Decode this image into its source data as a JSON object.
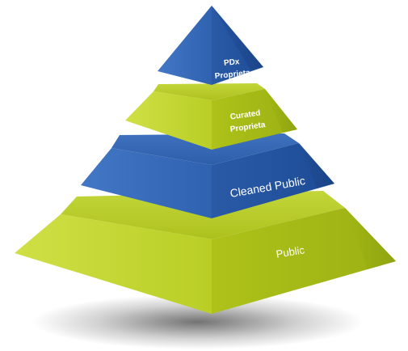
{
  "diagram": {
    "tiers": [
      {
        "id": "pdx",
        "label_lines": [
          "PDx",
          "Proprieta"
        ],
        "color": "#2b5aa8"
      },
      {
        "id": "curated",
        "label_lines": [
          "Curated",
          "Proprieta"
        ],
        "color": "#b6cc1f"
      },
      {
        "id": "cleaned",
        "label_lines": [
          "Cleaned Public"
        ],
        "color": "#2b5aa8"
      },
      {
        "id": "public",
        "label_lines": [
          "Public"
        ],
        "color": "#b6cc1f"
      }
    ],
    "colors": {
      "blue_dark": "#1f4a91",
      "blue_mid": "#2b5aa8",
      "blue_light": "#3d6fbf",
      "green_dark": "#8fa310",
      "green_mid": "#b6cc1f",
      "green_light": "#c8dc3a"
    }
  }
}
